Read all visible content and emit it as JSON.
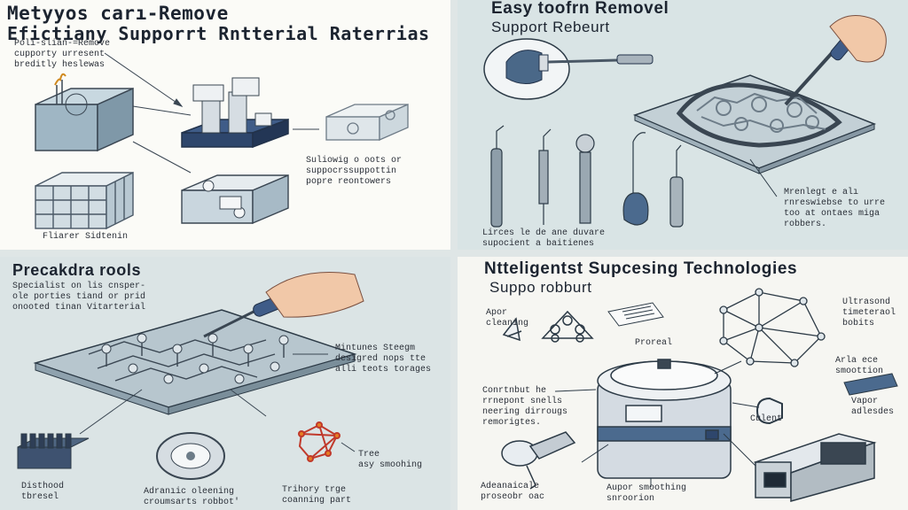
{
  "top_left": {
    "title_line1": "Metyyos carı-Remove",
    "title_line2": "Efictiany Supporrt Rntterial Raterrias",
    "note_main": "Poli-slian-=Remove\ncupporty urresent\nbreditly heslewas",
    "note_right": "Suliowig o oots or\nsuppocrssuppottin\npopre reontowers",
    "caption_left": "Fliarer Sidtenin"
  },
  "top_right": {
    "title_line1": "Easy toofrn Removel",
    "title_line2": "Support Rebeurt",
    "caption_tools": "Lirces le de ane duvare\nsupocient a baitienes",
    "caption_right": "Mrenlegt e alı\nrnreswiebse to urre\ntoo at ontaes miga\nrobbers."
  },
  "bottom_left": {
    "title": "Precakdra rools",
    "subtitle": "Specialist on lis cnsper-\nole porties tiand or prid\nonooted tinan Vitarterial",
    "note_right": "Mintunes Steegm\ndesigred nops tte\nalli teots torages",
    "caption_stack": "Disthood\ntbresel",
    "caption_wheel": "Adranıic oleening\ncroumsarts robbot'",
    "caption_tree": "Trihory trge\ncoanning part",
    "label_tree": "Tree\nasy smoohing"
  },
  "bottom_right": {
    "title": "Ntteligentst Supcesing Technologies",
    "subtitle": "Suppo robburt",
    "label_vapor_cleaning": "Apor\ncleaning",
    "label_protocol": "Proreal",
    "label_ultrasonic": "Ultrasond\ntimeteraol\nbobits",
    "label_aria": "Arla ece\nsmoottion",
    "label_control": "Conrtnbut he\nrrnepont snells\nneering dirrougs\nremorigtes.",
    "label_culent": "Culent",
    "label_vapor_adhesive": "Vapor\nadlesdes",
    "label_advanced": "Adeanaicale\nproseobr oac",
    "label_smoothing": "Aupor smoothing\nsnroorion"
  }
}
